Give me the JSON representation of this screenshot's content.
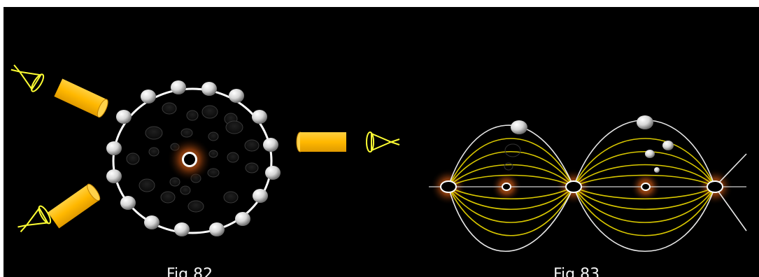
{
  "figures": [
    {
      "id": "fig82",
      "caption": "Fig 82"
    },
    {
      "id": "fig83",
      "caption": "Fig 83"
    }
  ],
  "colors": {
    "background": "#000000",
    "tube": "#ffc000",
    "eye": "#ffff33",
    "ring": "#ffffff",
    "field_line": "#d9c800",
    "glow": "#c05a10",
    "sphere": "#e6e6e6"
  },
  "icons": [
    "eye-icon",
    "cylinder-tube",
    "sphere"
  ]
}
